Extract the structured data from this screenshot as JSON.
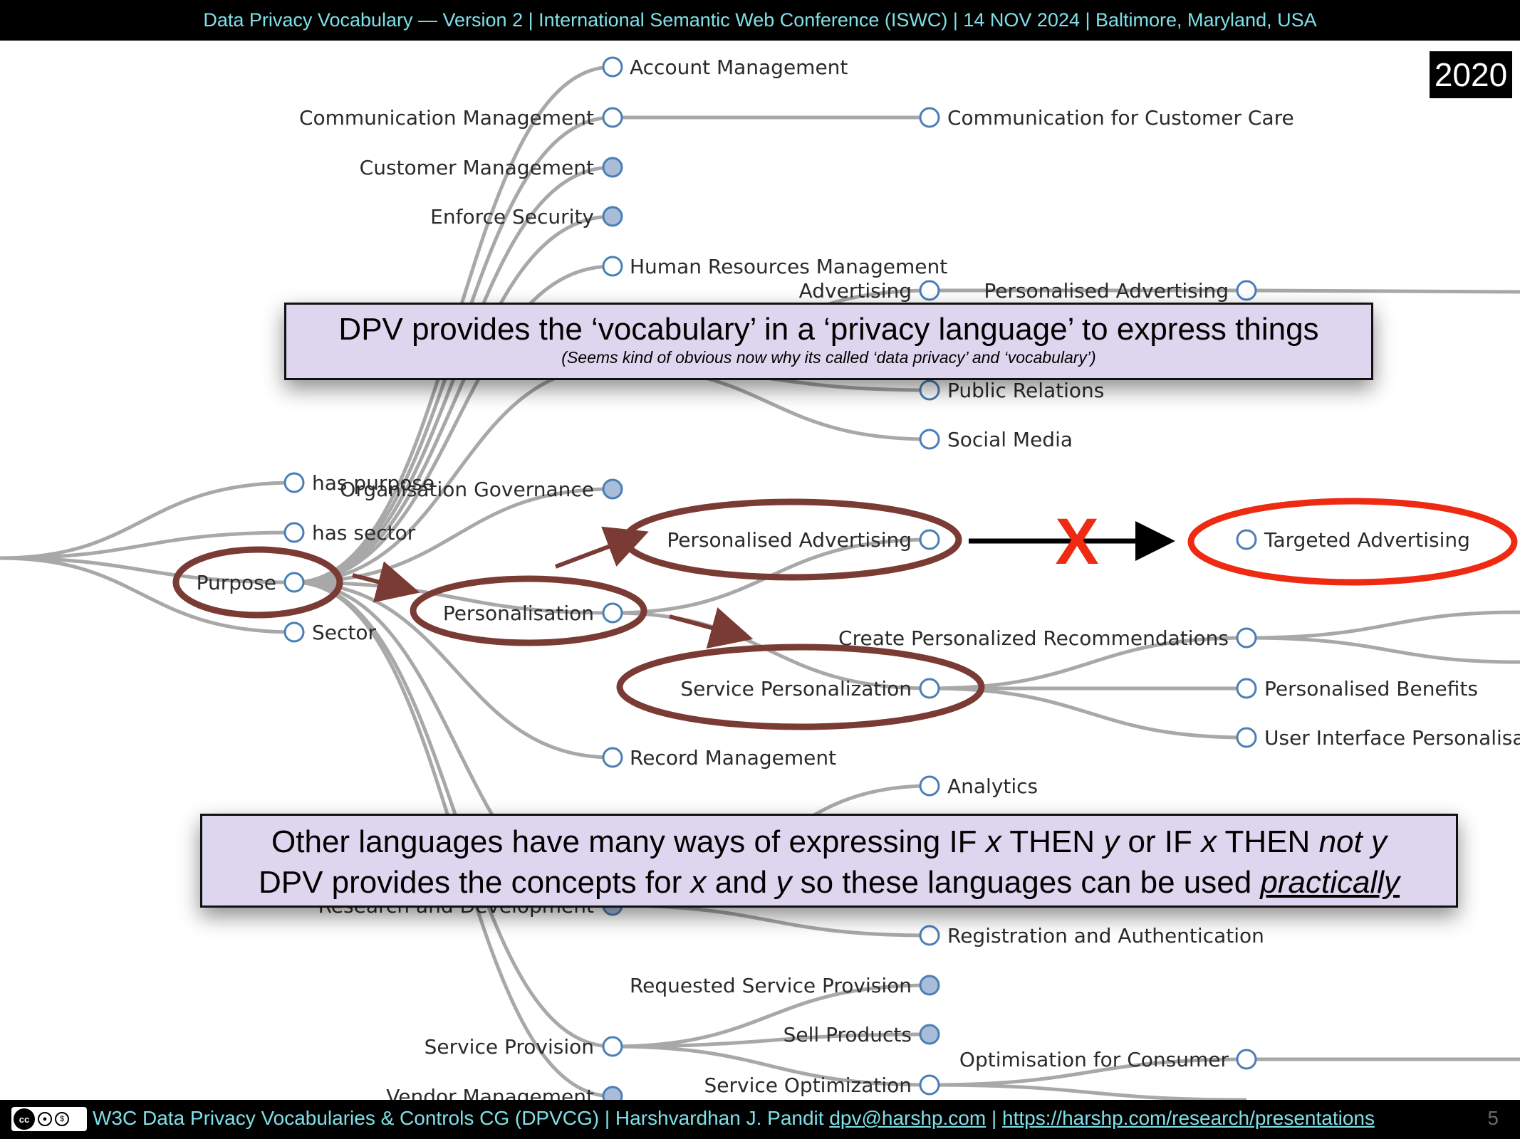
{
  "header": {
    "text": "Data Privacy Vocabulary — Version 2 | International Semantic Web Conference (ISWC) | 14 NOV 2024 | Baltimore, Maryland, USA"
  },
  "year_badge": "2020",
  "tree": {
    "nodes": {
      "account_management": "Account Management",
      "communication_management": "Communication Management",
      "communication_customer_care": "Communication for Customer Care",
      "customer_management": "Customer Management",
      "enforce_security": "Enforce Security",
      "human_resources_management": "Human Resources Management",
      "advertising": "Advertising",
      "personalised_advertising_top": "Personalised Advertising",
      "public_relations": "Public Relations",
      "social_media": "Social Media",
      "has_purpose": "has purpose",
      "organisation_governance": "Organisation Governance",
      "has_sector": "has sector",
      "purpose": "Purpose",
      "sector": "Sector",
      "personalisation": "Personalisation",
      "personalised_advertising": "Personalised Advertising",
      "targeted_advertising": "Targeted Advertising",
      "create_personalized_recommendations": "Create Personalized Recommendations",
      "service_personalization": "Service Personalization",
      "personalised_benefits": "Personalised Benefits",
      "user_interface_personalisation": "User Interface Personalisat",
      "record_management": "Record Management",
      "analytics": "Analytics",
      "research_and_development": "Research and Development",
      "registration_and_authentication": "Registration and Authentication",
      "requested_service_provision": "Requested Service Provision",
      "sell_products": "Sell Products",
      "service_provision": "Service Provision",
      "optimisation_for_consumer": "Optimisation for Consumer",
      "service_optimization": "Service Optimization",
      "vendor_management": "Vendor Management"
    },
    "cross_mark": "X"
  },
  "callouts": {
    "top": {
      "main": "DPV provides the ‘vocabulary’ in a ‘privacy language’ to express things",
      "sub": "(Seems kind of obvious now why its called ‘data privacy’ and ‘vocabulary’)"
    },
    "bottom": {
      "l1_a": "Other languages have many ways of expressing IF ",
      "l1_x": "x",
      "l1_b": " THEN ",
      "l1_y": "y",
      "l1_c": " or IF ",
      "l1_x2": "x",
      "l1_d": " THEN ",
      "l1_noty": "not y",
      "l2_a": "DPV provides the concepts for ",
      "l2_x": "x",
      "l2_b": " and ",
      "l2_y": "y",
      "l2_c": " so these languages can be used ",
      "l2_practically": "practically"
    }
  },
  "footer": {
    "license": "cc",
    "text": "W3C Data Privacy Vocabularies & Controls CG (DPVCG) | Harshvardhan J. Pandit ",
    "email": "dpv@harshp.com",
    "sep": " | ",
    "url": "https://harshp.com/research/presentations",
    "page_number": "5"
  },
  "colors": {
    "header_text": "#7fe0e8",
    "link": "#9a9a9a",
    "node_stroke": "#4a7fb5",
    "node_filled": "#a9bdd8",
    "annotation": "#7a3b34",
    "cross": "#ee2a12",
    "target_ellipse": "#ee2a12",
    "callout_bg": "#ddd6ee"
  }
}
